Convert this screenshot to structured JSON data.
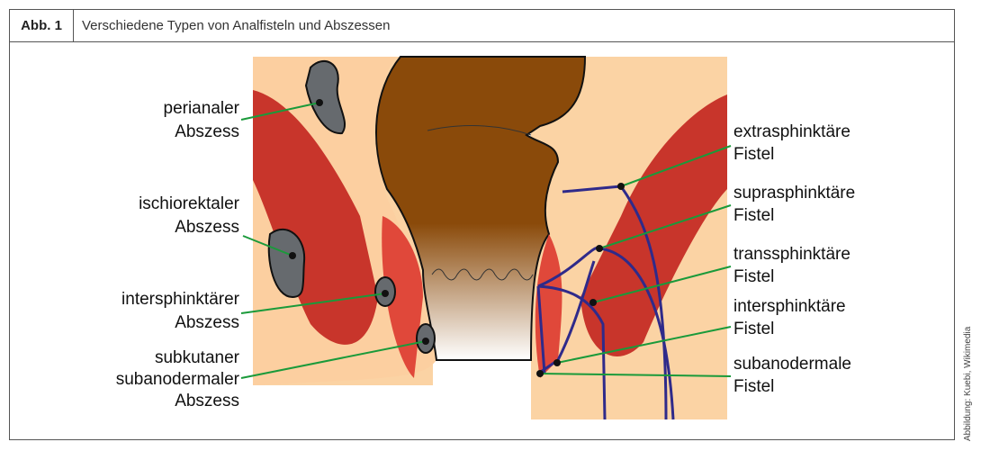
{
  "figure": {
    "number": "Abb. 1",
    "title": "Verschiedene Typen von Analfisteln und Abszessen",
    "credit": "Abbildung: Kuebi, Wikimedia"
  },
  "labels_left": [
    {
      "line1": "perianaler",
      "line2": "Abszess"
    },
    {
      "line1": "ischiorektaler",
      "line2": "Abszess"
    },
    {
      "line1": "intersphinktärer",
      "line2": "Abszess"
    },
    {
      "line1": "subkutaner",
      "line2": "subanodermaler",
      "line3": "Abszess"
    }
  ],
  "labels_right": [
    {
      "line1": "extrasphinktäre",
      "line2": "Fistel"
    },
    {
      "line1": "suprasphinktäre",
      "line2": "Fistel"
    },
    {
      "line1": "transsphinktäre",
      "line2": "Fistel"
    },
    {
      "line1": "intersphinktäre",
      "line2": "Fistel"
    },
    {
      "line1": "subanodermale",
      "line2": "Fistel"
    }
  ],
  "colors": {
    "skin": "#fbd3a4",
    "muscle": "#c8352b",
    "lumen": "#8a4a0a",
    "abscess": "#666a6e",
    "fistula": "#2f2a8a",
    "leader": "#1a9a3a"
  }
}
